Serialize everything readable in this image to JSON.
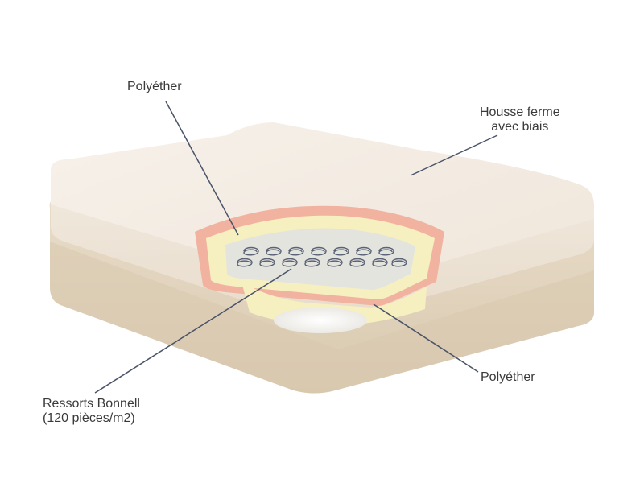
{
  "labels": {
    "polyether_top": "Polyéther",
    "cover_line1": "Housse ferme",
    "cover_line2": "avec biais",
    "polyether_bottom": "Polyéther",
    "springs_line1": "Ressorts Bonnell",
    "springs_line2": "(120 pièces/m2)"
  },
  "colors": {
    "background": "#ffffff",
    "mattress_top": "#f6efe7",
    "mattress_side": "#ece2d3",
    "base": "#e2d5c0",
    "foam_pink": "#f1b3a0",
    "foam_yellow": "#f6efbf",
    "spring_layer": "#e3e4de",
    "spring_coil": "#5a6275",
    "leader_line": "#4a5368",
    "text": "#3a3a3a"
  }
}
